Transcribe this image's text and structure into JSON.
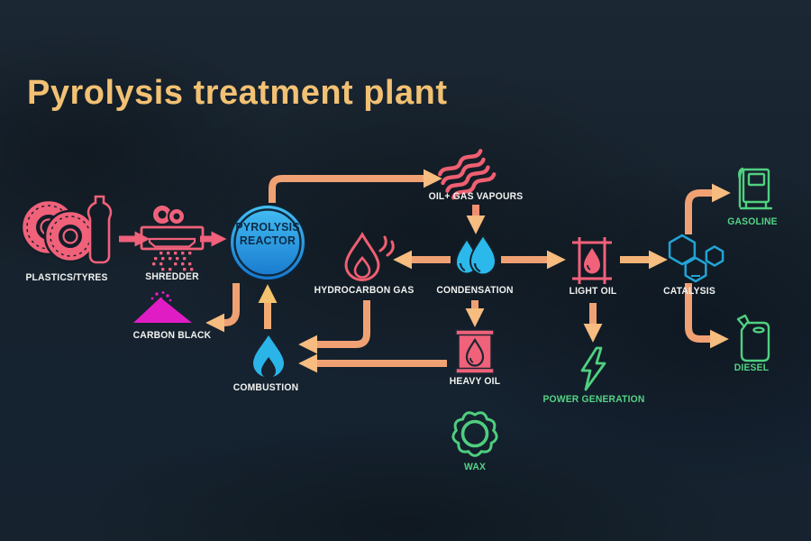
{
  "header": {
    "title": "Pyrolysis treatment plant"
  },
  "nodes": {
    "plastics_tyres": {
      "label": "PLASTICS/TYRES",
      "icon": "tyres-and-bottle-icon"
    },
    "shredder": {
      "label": "SHREDDER",
      "icon": "shredder-icon"
    },
    "reactor": {
      "line1": "PYROLYSIS",
      "line2": "REACTOR",
      "icon": "reactor-circle"
    },
    "oil_gas_vapours": {
      "label": "OIL+ GAS VAPOURS",
      "icon": "vapour-waves-icon"
    },
    "condensation": {
      "label": "CONDENSATION",
      "icon": "droplets-icon"
    },
    "hydrocarbon_gas": {
      "label": "HYDROCARBON GAS",
      "icon": "flame-outline-icon"
    },
    "carbon_black": {
      "label": "CARBON BLACK",
      "icon": "powder-pile-icon"
    },
    "combustion": {
      "label": "COMBUSTION",
      "icon": "blue-flame-icon"
    },
    "heavy_oil": {
      "label": "HEAVY OIL",
      "icon": "oil-barrel-icon"
    },
    "wax": {
      "label": "WAX",
      "icon": "wax-seal-icon"
    },
    "light_oil": {
      "label": "LIGHT OIL",
      "icon": "oil-drum-outline-icon"
    },
    "catalysis": {
      "label": "CATALYSIS",
      "icon": "hexagons-icon"
    },
    "gasoline": {
      "label": "GASOLINE",
      "icon": "fuel-pump-icon"
    },
    "diesel": {
      "label": "DIESEL",
      "icon": "jerry-can-icon"
    },
    "power_generation": {
      "label": "POWER GENERATION",
      "icon": "lightning-bolt-icon"
    }
  },
  "flows": [
    {
      "from": "PLASTICS/TYRES",
      "to": "SHREDDER"
    },
    {
      "from": "SHREDDER",
      "to": "PYROLYSIS REACTOR"
    },
    {
      "from": "PYROLYSIS REACTOR",
      "to": "OIL+ GAS VAPOURS"
    },
    {
      "from": "PYROLYSIS REACTOR",
      "to": "CARBON BLACK"
    },
    {
      "from": "OIL+ GAS VAPOURS",
      "to": "CONDENSATION"
    },
    {
      "from": "CONDENSATION",
      "to": "HYDROCARBON GAS"
    },
    {
      "from": "CONDENSATION",
      "to": "HEAVY OIL"
    },
    {
      "from": "CONDENSATION",
      "to": "LIGHT OIL"
    },
    {
      "from": "HYDROCARBON GAS",
      "to": "COMBUSTION"
    },
    {
      "from": "HEAVY OIL",
      "to": "COMBUSTION"
    },
    {
      "from": "HEAVY OIL",
      "to": "WAX"
    },
    {
      "from": "COMBUSTION",
      "to": "PYROLYSIS REACTOR"
    },
    {
      "from": "LIGHT OIL",
      "to": "CATALYSIS"
    },
    {
      "from": "LIGHT OIL",
      "to": "POWER GENERATION"
    },
    {
      "from": "CATALYSIS",
      "to": "GASOLINE"
    },
    {
      "from": "CATALYSIS",
      "to": "DIESEL"
    }
  ],
  "colors": {
    "background": "#16222d",
    "title_gold": "#f2c173",
    "salmon": "#f0617a",
    "arrow_peach": "#f0a173",
    "arrow_head": "#f6bc80",
    "magenta": "#e01dc4",
    "cyan": "#2bb9ec",
    "catalysis_cyan": "#23a3d4",
    "reactor_blue_top": "#45c0f4",
    "reactor_blue_bottom": "#1677cd",
    "green": "#50d080",
    "label_white": "#f2f3f1"
  }
}
